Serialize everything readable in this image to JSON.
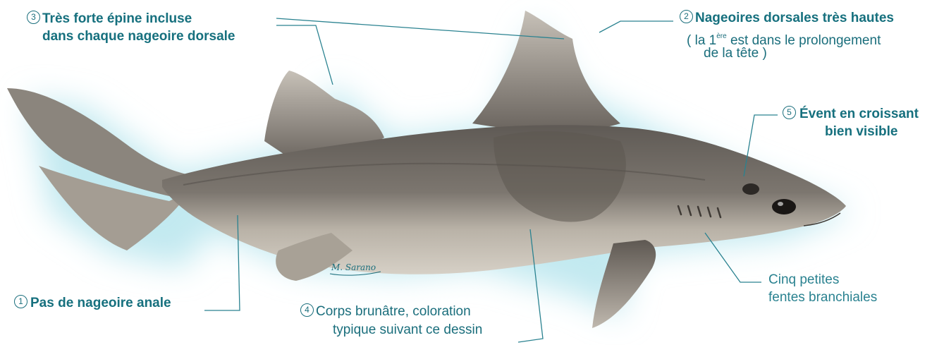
{
  "labels": {
    "l1": {
      "number": "1",
      "text": "Pas de nageoire anale"
    },
    "l2": {
      "number": "2",
      "title": "Nageoires dorsales très hautes",
      "line2_a": "( la 1",
      "line2_sup": "ère",
      "line2_b": " est dans le prolongement",
      "line3": "de la tête )"
    },
    "l3": {
      "number": "3",
      "line1": "Très forte épine incluse",
      "line2": "dans chaque nageoire dorsale"
    },
    "l4": {
      "number": "4",
      "line1": "Corps brunâtre, coloration",
      "line2": "typique suivant ce dessin"
    },
    "l5": {
      "number": "5",
      "line1": "Évent en croissant",
      "line2": "bien visible"
    },
    "gills": {
      "line1": "Cinq petites",
      "line2": "fentes branchiales"
    }
  },
  "signature": "M. Sarano",
  "colors": {
    "label": "#1a6e7c",
    "glow": "#bfe8ef",
    "shark_dark": "#6e6862",
    "shark_light": "#c9c3b9"
  }
}
